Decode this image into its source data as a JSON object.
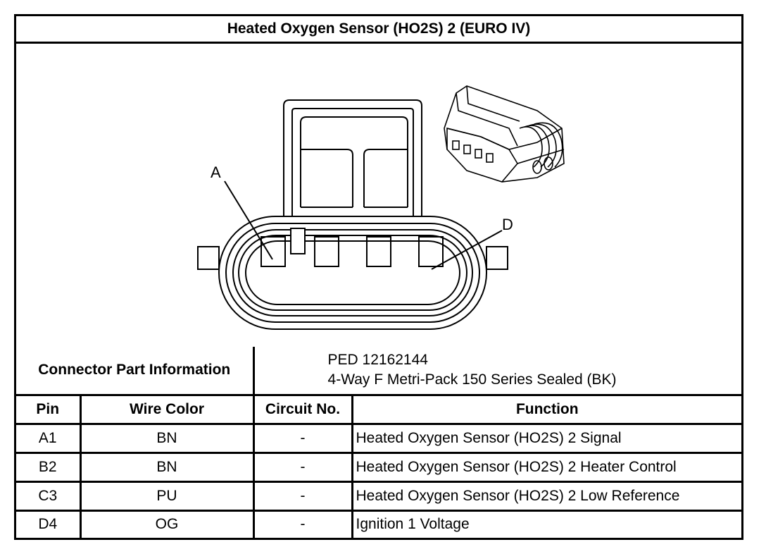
{
  "title": "Heated Oxygen Sensor (HO2S) 2 (EURO IV)",
  "diagram": {
    "label_a": "A",
    "label_d": "D"
  },
  "connector_info": {
    "label": "Connector Part Information",
    "part_number": "PED 12162144",
    "description": "4-Way F Metri-Pack 150 Series Sealed (BK)"
  },
  "table": {
    "headers": {
      "pin": "Pin",
      "wire_color": "Wire Color",
      "circuit": "Circuit No.",
      "function": "Function"
    },
    "rows": [
      {
        "pin": "A1",
        "wire_color": "BN",
        "circuit": "-",
        "function": "Heated Oxygen Sensor (HO2S) 2 Signal"
      },
      {
        "pin": "B2",
        "wire_color": "BN",
        "circuit": "-",
        "function": "Heated Oxygen Sensor (HO2S) 2 Heater Control"
      },
      {
        "pin": "C3",
        "wire_color": "PU",
        "circuit": "-",
        "function": "Heated Oxygen Sensor (HO2S) 2 Low Reference"
      },
      {
        "pin": "D4",
        "wire_color": "OG",
        "circuit": "-",
        "function": "Ignition 1 Voltage"
      }
    ]
  }
}
